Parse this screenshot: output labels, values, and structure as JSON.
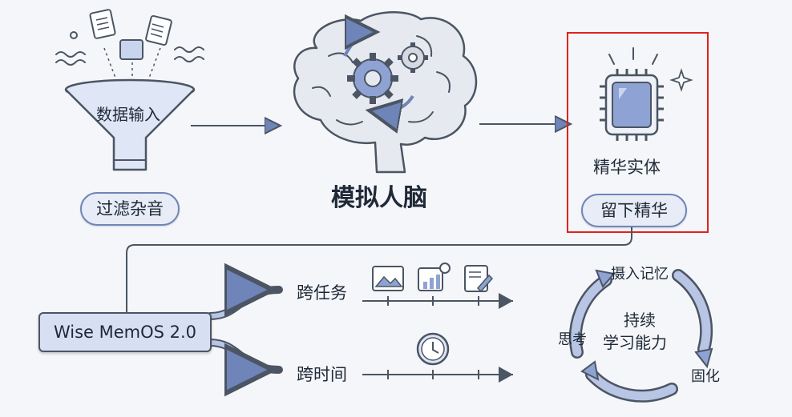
{
  "funnel": {
    "label": "数据输入",
    "bubble": "过滤杂音"
  },
  "brain": {
    "label": "模拟人脑"
  },
  "chip": {
    "label": "精华实体",
    "bubble": "留下精华"
  },
  "product": {
    "label": "Wise MemOS 2.0"
  },
  "branches": [
    {
      "label": "跨任务"
    },
    {
      "label": "跨时间"
    }
  ],
  "cycle": {
    "center": [
      "持续",
      "学习能力"
    ],
    "top": "摄入记忆",
    "right": "固化",
    "left": "思考"
  },
  "colors": {
    "accent": "#6f84b8",
    "fill": "#dfe6f5",
    "line": "#4b5563",
    "highlight": "#e0221d"
  }
}
